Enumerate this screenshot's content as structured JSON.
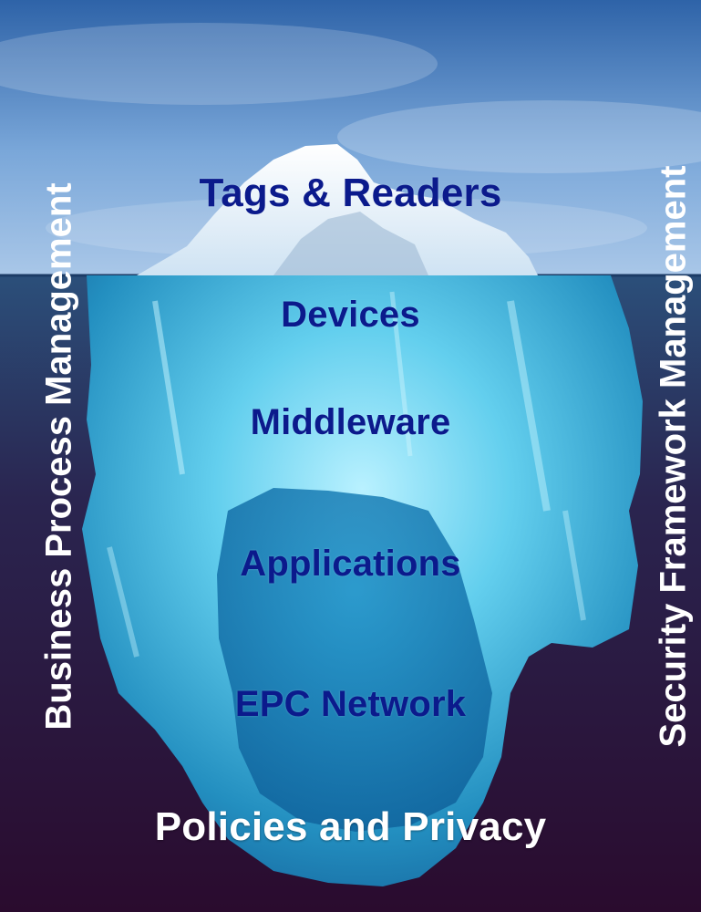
{
  "diagram": {
    "layers": [
      {
        "label": "Tags & Readers"
      },
      {
        "label": "Devices"
      },
      {
        "label": "Middleware"
      },
      {
        "label": "Applications"
      },
      {
        "label": "EPC Network"
      },
      {
        "label": "Policies and Privacy"
      }
    ],
    "side_labels": {
      "left": "Business Process Management",
      "right": "Security Framework Management"
    }
  },
  "colors": {
    "layer_text": "#0b1a8c",
    "base_text": "#ffffff",
    "side_text": "#ffffff",
    "deep_water": "#2a0b2e",
    "ice": "#5fc8e8",
    "sky": "#4f86c6"
  }
}
